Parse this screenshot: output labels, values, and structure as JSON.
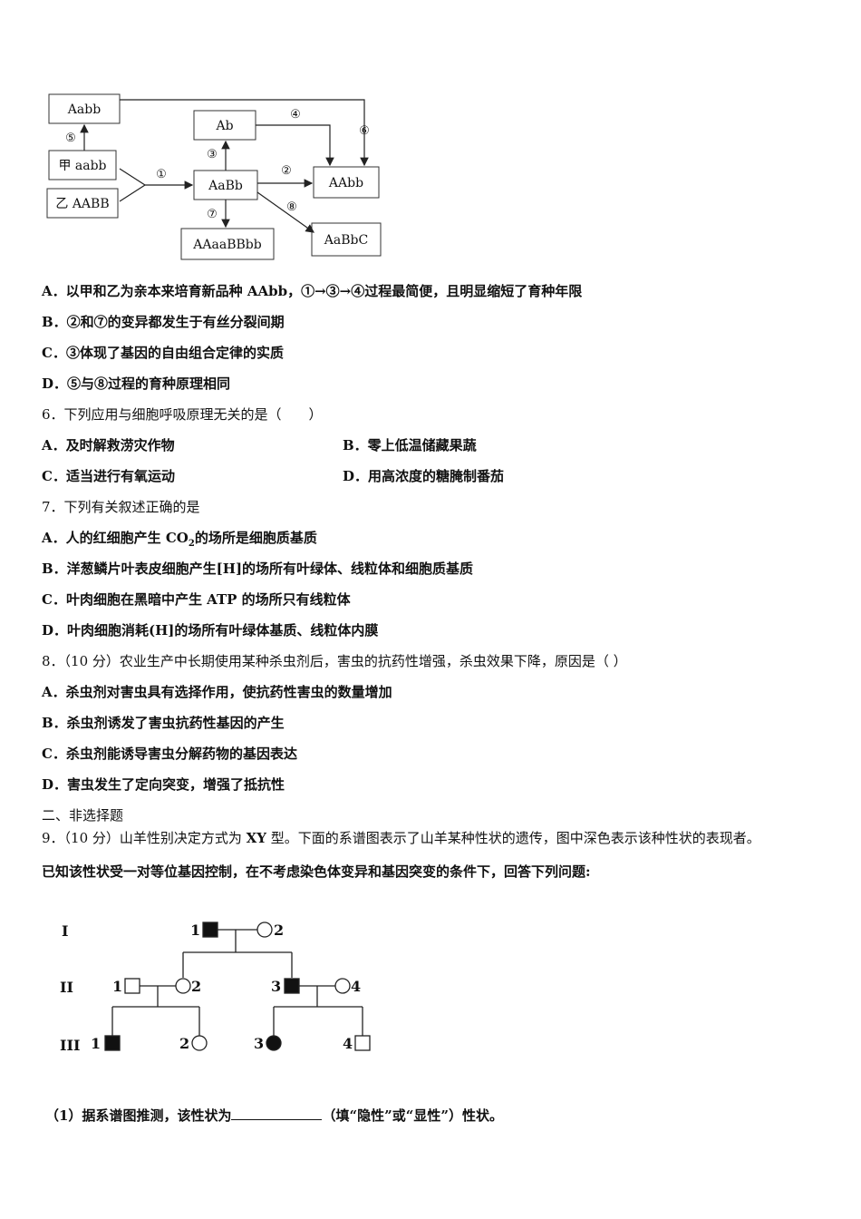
{
  "breeding_diagram": {
    "boxes": {
      "aabb_top": "Aabb",
      "jia": "甲 aabb",
      "yi": "乙 AABB",
      "ab": "Ab",
      "aabb_mid": "AaBb",
      "aabb_right": "AAbb",
      "aaaabbbb": "AAaaBBbb",
      "aabbc": "AaBbC"
    },
    "steps": {
      "s1": "①",
      "s2": "②",
      "s3": "③",
      "s4": "④",
      "s5": "⑤",
      "s6": "⑥",
      "s7": "⑦",
      "s8": "⑧"
    }
  },
  "q5_options": {
    "a": "A．以甲和乙为亲本来培育新品种 AAbb，①→③→④过程最简便，且明显缩短了育种年限",
    "b": "B．②和⑦的变异都发生于有丝分裂间期",
    "c": "C．③体现了基因的自由组合定律的实质",
    "d": "D．⑤与⑧过程的育种原理相同"
  },
  "q6": {
    "stem": "6．下列应用与细胞呼吸原理无关的是（　　）",
    "a": "A．及时解救涝灾作物",
    "b": "B．零上低温储藏果蔬",
    "c": "C．适当进行有氧运动",
    "d": "D．用高浓度的糖腌制番茄"
  },
  "q7": {
    "stem": "7．下列有关叙述正确的是",
    "a_pre": "A．人的红细胞产生 CO",
    "a_sub": "2",
    "a_post": "的场所是细胞质基质",
    "b": "B．洋葱鳞片叶表皮细胞产生[H]的场所有叶绿体、线粒体和细胞质基质",
    "c": "C．叶肉细胞在黑暗中产生 ATP 的场所只有线粒体",
    "d": "D．叶肉细胞消耗(H]的场所有叶绿体基质、线粒体内膜"
  },
  "q8": {
    "stem": "8．（10 分）农业生产中长期使用某种杀虫剂后，害虫的抗药性增强，杀虫效果下降，原因是（ ）",
    "a": "A．杀虫剂对害虫具有选择作用，使抗药性害虫的数量增加",
    "b": "B．杀虫剂诱发了害虫抗药性基因的产生",
    "c": "C．杀虫剂能诱导害虫分解药物的基因表达",
    "d": "D．害虫发生了定向突变，增强了抵抗性"
  },
  "section2": {
    "title": "二、非选择题"
  },
  "q9": {
    "stem_pre": "9．（10 分）山羊性别决定方式为 ",
    "stem_xy": "XY",
    "stem_post": " 型。下面的系谱图表示了山羊某种性状的遗传，图中深色表示该种性状的表现者。",
    "line2": "已知该性状受一对等位基因控制，在不考虑染色体变异和基因突变的条件下，回答下列问题:",
    "sub1_pre": "（1）据系谱图推测，该性状为",
    "sub1_post": "（填“隐性”或“显性”）性状。"
  },
  "pedigree": {
    "gen1": "I",
    "gen2": "II",
    "gen3": "III",
    "i1": "1",
    "i2": "2",
    "ii1": "1",
    "ii2": "2",
    "ii3": "3",
    "ii4": "4",
    "iii1": "1",
    "iii2": "2",
    "iii3": "3",
    "iii4": "4"
  }
}
